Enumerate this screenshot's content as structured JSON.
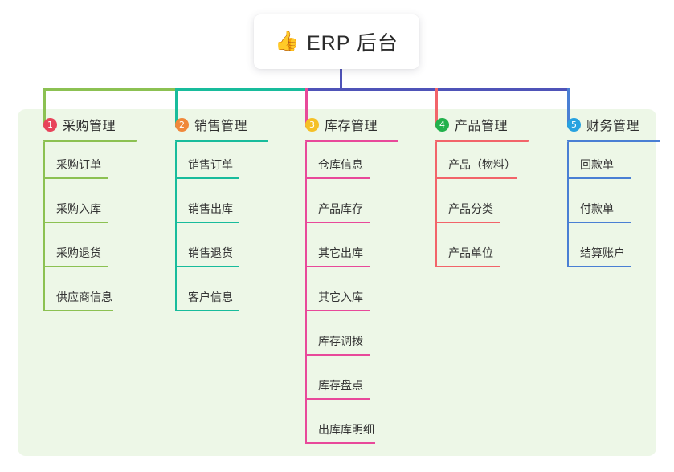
{
  "root": {
    "icon": "thumbs-up-icon",
    "icon_glyph": "👍",
    "title": "ERP 后台"
  },
  "palette": {
    "panel_background": "#edf7e7",
    "page_background": "#ffffff",
    "root_stem": "#4f53b8",
    "trunk_left": "#8cc152",
    "trunk_mid": "#18bc9c",
    "trunk_right": "#4f53b8"
  },
  "columns": [
    {
      "number": "1",
      "badge_color": "#e8435a",
      "line_color": "#8cc152",
      "title": "采购管理",
      "drop_color": "#8cc152",
      "items": [
        "采购订单",
        "采购入库",
        "采购退货",
        "供应商信息"
      ]
    },
    {
      "number": "2",
      "badge_color": "#f0883a",
      "line_color": "#18bc9c",
      "title": "销售管理",
      "drop_color": "#18bc9c",
      "items": [
        "销售订单",
        "销售出库",
        "销售退货",
        "客户信息"
      ]
    },
    {
      "number": "3",
      "badge_color": "#f5c026",
      "line_color": "#e8499a",
      "title": "库存管理",
      "drop_color": "#e8499a",
      "items": [
        "仓库信息",
        "产品库存",
        "其它出库",
        "其它入库",
        "库存调拨",
        "库存盘点",
        "出库库明细"
      ]
    },
    {
      "number": "4",
      "badge_color": "#22b14c",
      "line_color": "#f2646a",
      "title": "产品管理",
      "drop_color": "#f2646a",
      "items": [
        "产品（物料）",
        "产品分类",
        "产品单位"
      ]
    },
    {
      "number": "5",
      "badge_color": "#27a2e0",
      "line_color": "#4a7fd4",
      "title": "财务管理",
      "drop_color": "#4a7fd4",
      "items": [
        "回款单",
        "付款单",
        "结算账户"
      ]
    }
  ]
}
